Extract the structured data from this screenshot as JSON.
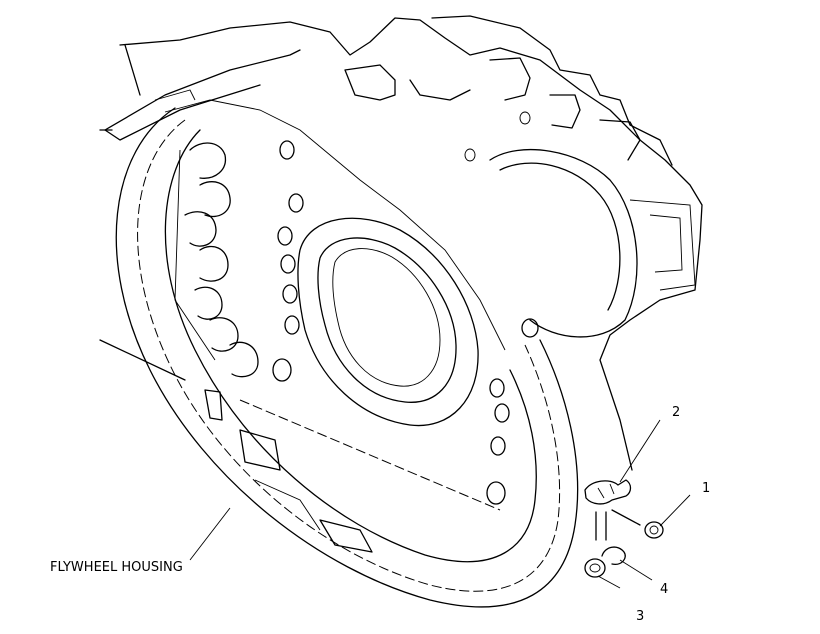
{
  "labels": {
    "housing": "FLYWHEEL HOUSING",
    "callout_1": "1",
    "callout_2": "2",
    "callout_3": "3",
    "callout_4": "4"
  }
}
